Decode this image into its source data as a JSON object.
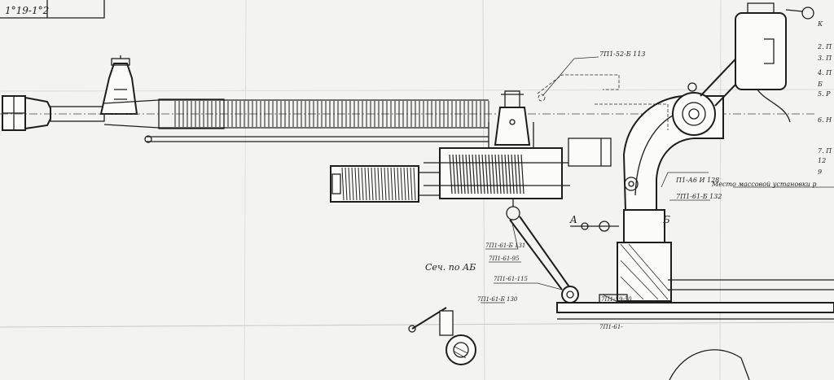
{
  "sheet": {
    "stamp_code": "1°19-1°2",
    "section_label": "Сеч. по АБ",
    "mass_note": "Место массовой установки р",
    "point_a": "A",
    "point_b": "Б",
    "parts": {
      "p113": "7П1-52-Б 113",
      "p128": "П1-А6 И 128",
      "p132": "7П1-61-Б 132",
      "p131": "7П1-61-Б 131",
      "p95": "7П1-61-95",
      "p115": "7П1-61-115",
      "p130": "7П1-61-Б 130",
      "p59": "7П1-59-50",
      "p61": "7П1-61-"
    },
    "notes_right": [
      "К",
      "2. П",
      "3. П",
      "4. П",
      "5. Р",
      "6. Н",
      "7. П",
      "12",
      "9",
      "Б"
    ]
  },
  "colors": {
    "paper": "#f3f3f1",
    "ink": "#1e1e1e"
  }
}
